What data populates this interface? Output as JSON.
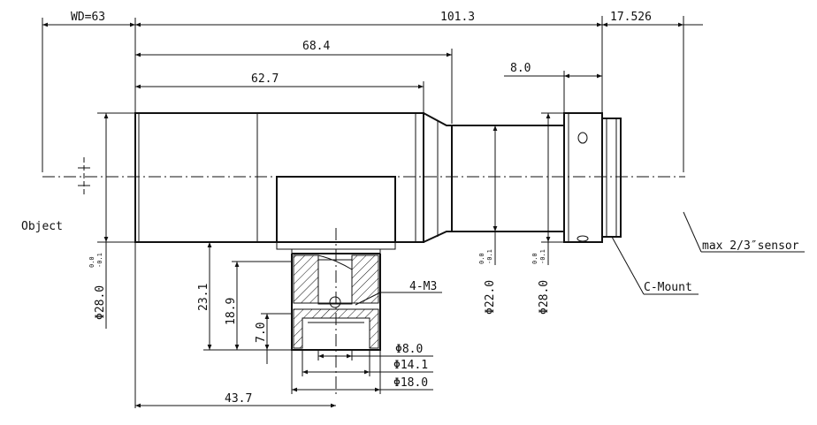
{
  "dimensions": {
    "wd": "WD=63",
    "overall_length": "101.3",
    "flange_back": "17.526",
    "len_68": "68.4",
    "len_62": "62.7",
    "len_8": "8.0",
    "len_43": "43.7",
    "h_23": "23.1",
    "h_18": "18.9",
    "h_7": "7.0",
    "dia_28_left": "Φ28.0",
    "dia_22": "Φ22.0",
    "dia_28_right": "Φ28.0",
    "dia_8": "Φ8.0",
    "dia_14": "Φ14.1",
    "dia_18": "Φ18.0",
    "tol_upper": "0.0",
    "tol_lower": "-0.1"
  },
  "labels": {
    "object": "Object",
    "thread": "4-M3",
    "mount": "C-Mount",
    "sensor": "max 2/3″sensor"
  }
}
